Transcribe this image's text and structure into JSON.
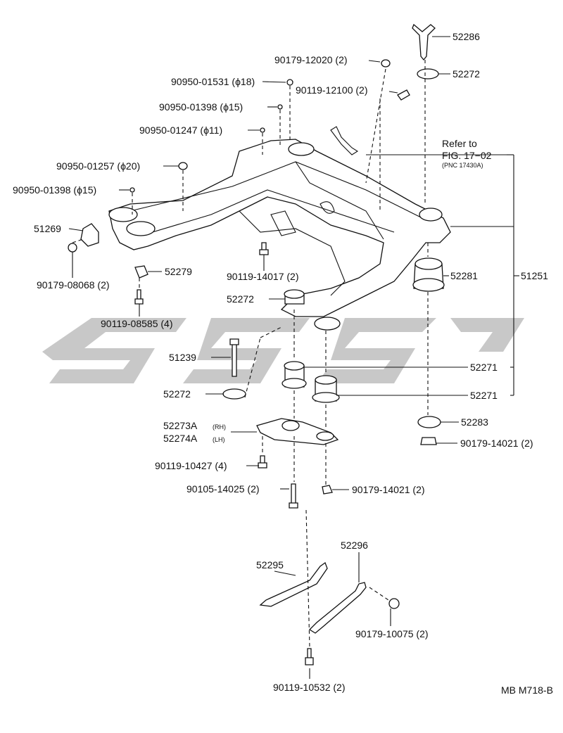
{
  "labels": {
    "p52286": "52286",
    "p52272_top": "52272",
    "p90179_12020": "90179-12020 (2)",
    "p90950_01531": "90950-01531 (ϕ18)",
    "p90119_12100": "90119-12100 (2)",
    "p90950_01398_a": "90950-01398 (ϕ15)",
    "p90950_01247": "90950-01247 (ϕ11)",
    "refer_to": "Refer to",
    "fig_ref": "FIG. 17−02",
    "pnc_ref": "(PNC 17430A)",
    "p90950_01257": "90950-01257 (ϕ20)",
    "p90950_01398_b": "90950-01398 (ϕ15)",
    "p51269": "51269",
    "p90179_08068": "90179-08068 (2)",
    "p52279": "52279",
    "p90119_14017": "90119-14017 (2)",
    "p52281": "52281",
    "p51251": "51251",
    "p52272_mid": "52272",
    "p90119_08585": "90119-08585 (4)",
    "p51239": "51239",
    "p52271_a": "52271",
    "p52272_low": "52272",
    "p52271_b": "52271",
    "p52273A": "52273A",
    "p52273A_side": "(RH)",
    "p52274A": "52274A",
    "p52274A_side": "(LH)",
    "p52283": "52283",
    "p90179_14021_a": "90179-14021 (2)",
    "p90119_10427": "90119-10427 (4)",
    "p90105_14025": "90105-14025 (2)",
    "p90179_14021_b": "90179-14021 (2)",
    "p52296": "52296",
    "p52295": "52295",
    "p90179_10075": "90179-10075 (2)",
    "p90119_10532": "90119-10532 (2)",
    "diagram_code": "MB M718-B"
  },
  "watermark": {
    "color": "#c8c8c8"
  }
}
